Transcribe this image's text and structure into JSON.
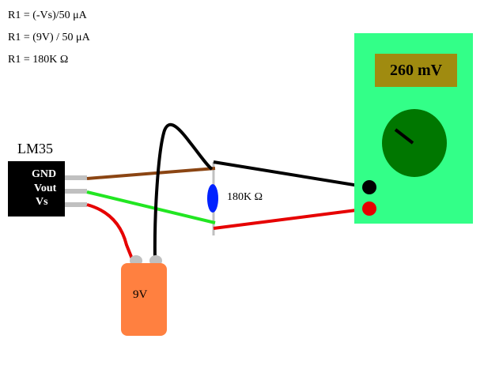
{
  "equations": [
    "R1 = (-Vs)/50 μA",
    "R1 = (9V) / 50 μA",
    "R1 = 180K Ω"
  ],
  "sensor": {
    "name": "LM35",
    "pins": [
      "GND",
      "Vout",
      "Vs"
    ]
  },
  "meter": {
    "reading": "260 mV",
    "body_color": "#33ff88",
    "display_color": "#a08b10",
    "dial_color": "#007700"
  },
  "resistor": {
    "label": "180K Ω",
    "color": "#0022ff"
  },
  "battery": {
    "label": "9V",
    "color": "#ff8040"
  },
  "wires": {
    "ground": "#8b4513",
    "signal": "#22e622",
    "supply": "#e60000",
    "black": "#000000"
  }
}
